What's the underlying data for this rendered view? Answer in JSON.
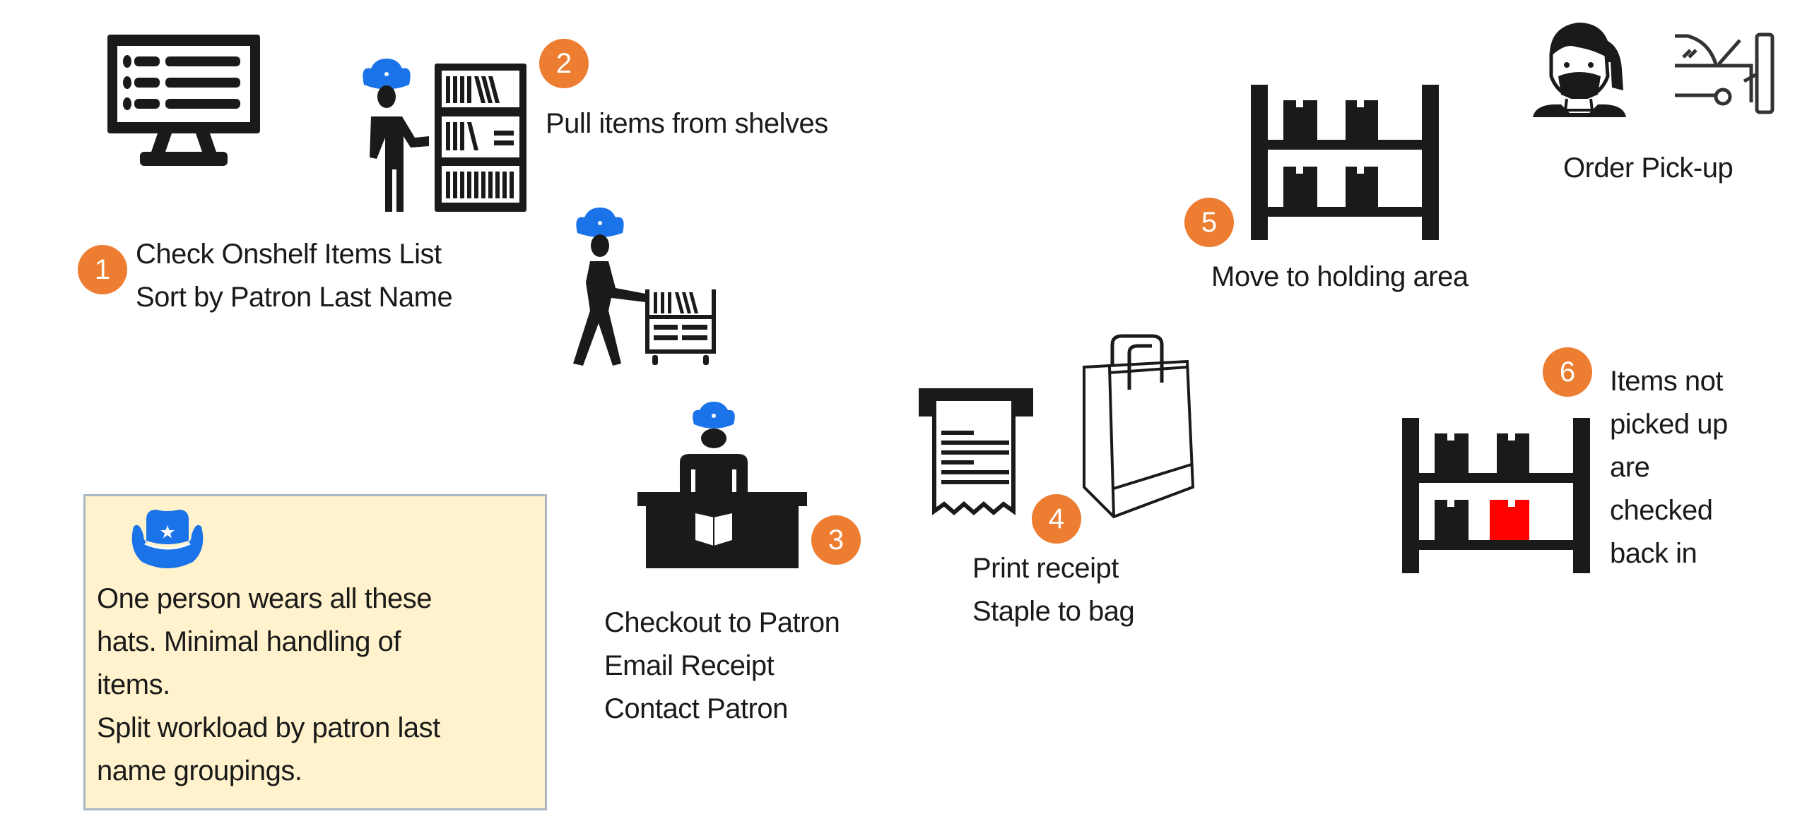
{
  "diagram": {
    "title": "Order pick-up workflow",
    "colors": {
      "badge": "#ed7d31",
      "hat": "#1a73e8",
      "note_background": "#fff2cc",
      "note_border": "#a9b7c6",
      "icon": "#1a1a1a",
      "highlight_box": "#ff0000"
    },
    "steps": [
      {
        "number": "1",
        "lines": [
          "Check Onshelf Items List",
          "Sort by Patron Last Name"
        ],
        "icon": "computer-monitor-list-icon"
      },
      {
        "number": "2",
        "lines": [
          "Pull items from shelves"
        ],
        "icon": "staff-at-bookshelf-icon"
      },
      {
        "number": "3",
        "lines": [
          "Checkout to Patron",
          "Email Receipt",
          "Contact Patron"
        ],
        "icon": "staff-at-desk-icon"
      },
      {
        "number": "4",
        "lines": [
          "Print receipt",
          "Staple to bag"
        ],
        "icon": "receipt-and-bag-icon"
      },
      {
        "number": "5",
        "lines": [
          "Move to holding area"
        ],
        "icon": "holding-shelf-icon"
      },
      {
        "number": "6",
        "lines": [
          "Items not",
          "picked up",
          "are",
          "checked",
          "back in"
        ],
        "icon": "shelf-with-returned-item-icon"
      }
    ],
    "pickup": {
      "label": "Order Pick-up",
      "icons": [
        "masked-patron-icon",
        "curbside-car-icon"
      ]
    },
    "cart_icon": "staff-with-book-cart-icon",
    "note": {
      "icon": "cowboy-hat-icon",
      "text": "One person wears all these\nhats. Minimal handling of\nitems.\nSplit workload by patron last\nname groupings."
    }
  }
}
